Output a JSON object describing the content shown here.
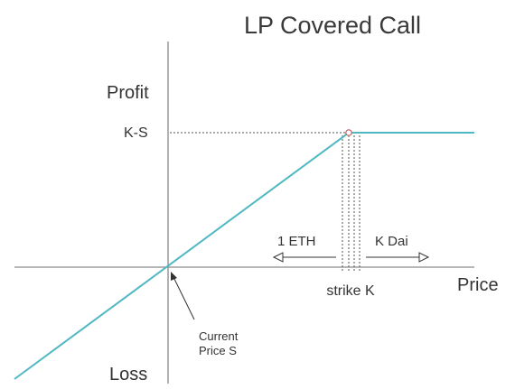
{
  "title": "LP Covered Call",
  "axes": {
    "y_top_label": "Profit",
    "y_bottom_label": "Loss",
    "x_label": "Price"
  },
  "labels": {
    "cap_level": "K-S",
    "strike": "strike K",
    "current_price_line1": "Current",
    "current_price_line2": "Price S",
    "left_direction": "1 ETH",
    "right_direction": "K Dai"
  },
  "colors": {
    "payoff_line": "#4fb8c2",
    "axes": "#8a8a8a",
    "guides": "#555555",
    "kink_marker": "#c06060",
    "text": "#333333"
  }
}
